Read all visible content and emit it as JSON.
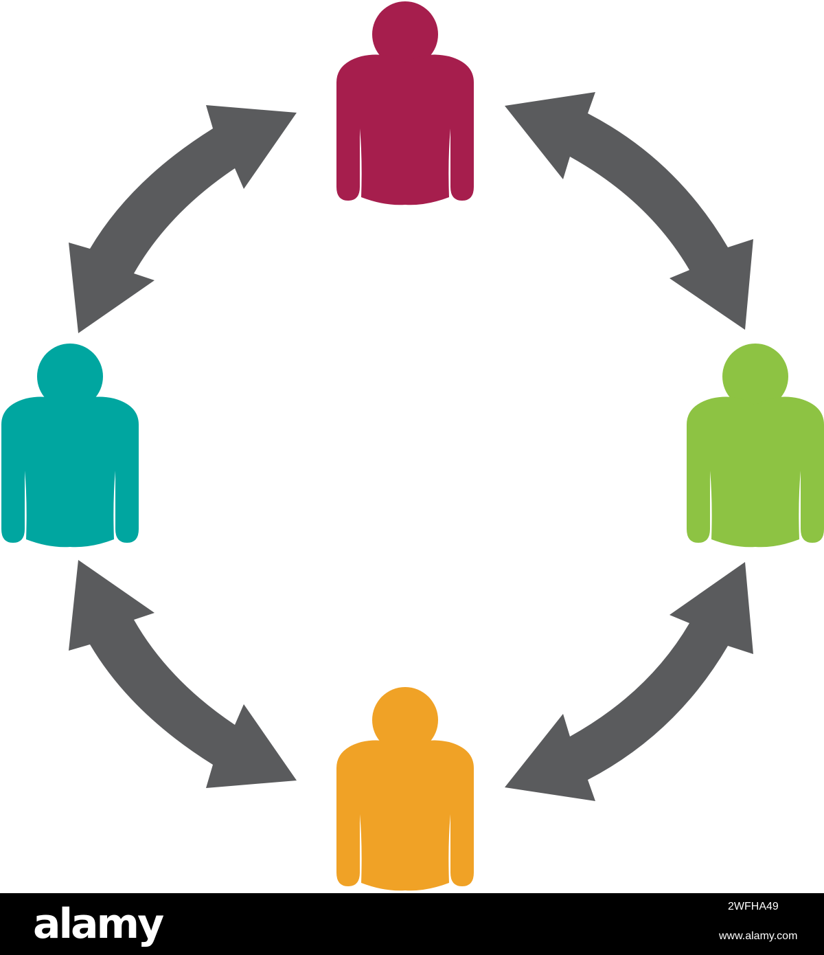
{
  "diagram": {
    "people": [
      {
        "id": "top",
        "color": "#A61E4D"
      },
      {
        "id": "right",
        "color": "#8DC343"
      },
      {
        "id": "bottom",
        "color": "#F0A226"
      },
      {
        "id": "left",
        "color": "#00A6A0"
      }
    ],
    "arrow_color": "#5A5B5D",
    "connections": [
      {
        "from": "top",
        "to": "left",
        "bidirectional": true
      },
      {
        "from": "top",
        "to": "right",
        "bidirectional": true
      },
      {
        "from": "left",
        "to": "bottom",
        "bidirectional": true
      },
      {
        "from": "right",
        "to": "bottom",
        "bidirectional": true
      }
    ]
  },
  "footer": {
    "brand": "alamy",
    "image_id": "2WFHA49",
    "url": "www.alamy.com",
    "background": "#000000"
  }
}
